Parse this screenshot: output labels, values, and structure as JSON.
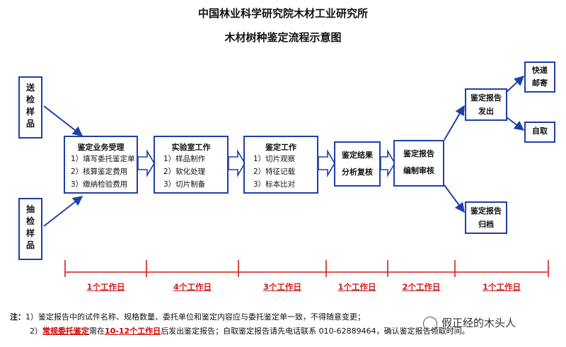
{
  "header": {
    "title": "中国林业科学研究院木材工业研究所",
    "subtitle": "木材树种鉴定流程示意图"
  },
  "inputs": {
    "send": "送\n检\n样\n品",
    "sample": "抽\n检\n样\n品"
  },
  "steps": [
    {
      "title": "鉴定业务受理",
      "lines": [
        "1）填写委托鉴定单",
        "2）核算鉴定费用",
        "3）缴纳检验费用"
      ]
    },
    {
      "title": "实验室工作",
      "lines": [
        "1）样品制作",
        "2）软化处理",
        "3）切片制备"
      ]
    },
    {
      "title": "鉴定工作",
      "lines": [
        "1）切片观察",
        "2）特征记载",
        "3）标本比对"
      ]
    }
  ],
  "results": {
    "analysis": [
      "鉴定结果",
      "分析复核"
    ],
    "report": [
      "鉴定报告",
      "编制审核"
    ],
    "issue": [
      "鉴定报告",
      "发出"
    ],
    "archive": [
      "鉴定报告",
      "归档"
    ],
    "express": [
      "快递",
      "邮寄"
    ],
    "pickup": "自取"
  },
  "timeline": {
    "labels": [
      "1个工作日",
      "4个工作日",
      "3个工作日",
      "1个工作日",
      "2个工作日",
      "1个工作日"
    ]
  },
  "notes": {
    "prefix": "注：",
    "n1": "1）鉴定报告中的试件名称、规格数量、委托单位和鉴定内容应与委托鉴定单一致，不得随意变更；",
    "n2_num": "2）",
    "n2_a": "常规委托鉴定",
    "n2_b": "需在",
    "n2_c": "10-12个工作日",
    "n2_d": "后发出鉴定报告；自取鉴定报告请先电话联系 010-62889464，确认鉴定报告领取时间。"
  },
  "watermark": "假正经的木头人",
  "colors": {
    "box_border": "#1f3fa8",
    "timeline": "#d21b1b",
    "label": "#d21b1b"
  }
}
